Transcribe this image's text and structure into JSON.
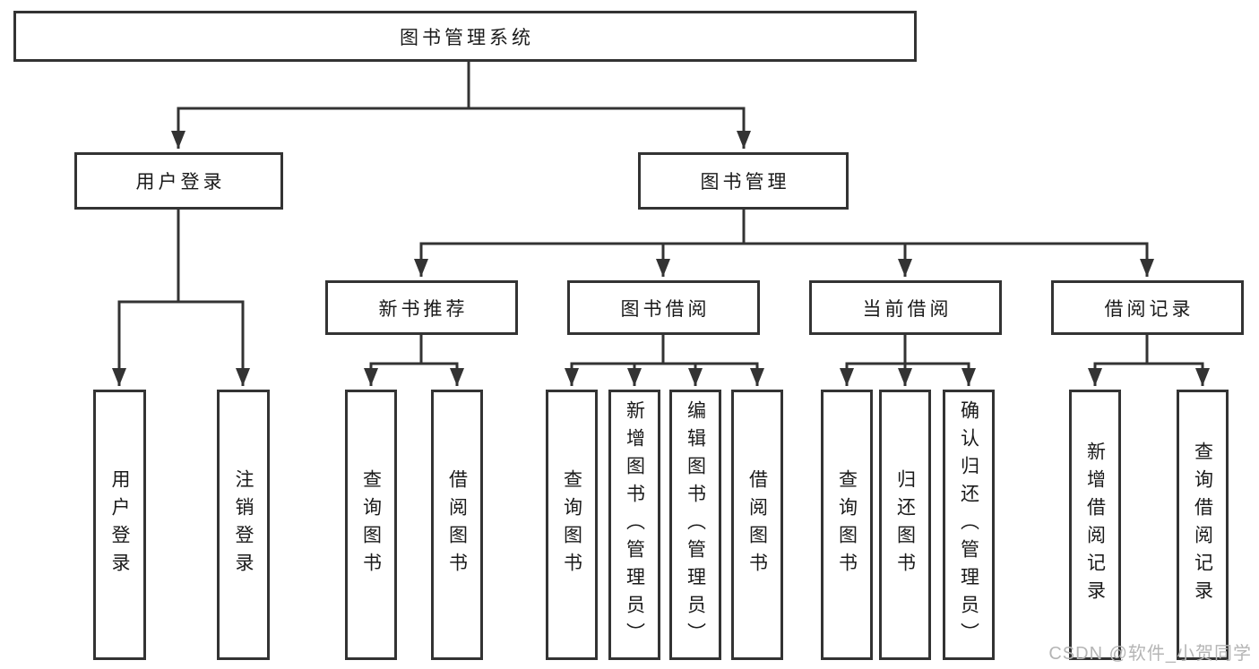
{
  "diagram": {
    "root": {
      "label": "图书管理系统",
      "children": [
        {
          "label": "用户登录",
          "children": [
            {
              "label": "用户登录"
            },
            {
              "label": "注销登录"
            }
          ]
        },
        {
          "label": "图书管理",
          "children": [
            {
              "label": "新书推荐",
              "children": [
                {
                  "label": "查询图书"
                },
                {
                  "label": "借阅图书"
                }
              ]
            },
            {
              "label": "图书借阅",
              "children": [
                {
                  "label": "查询图书"
                },
                {
                  "label": "新增图书（管理员）"
                },
                {
                  "label": "编辑图书（管理员）"
                },
                {
                  "label": "借阅图书"
                }
              ]
            },
            {
              "label": "当前借阅",
              "children": [
                {
                  "label": "查询图书"
                },
                {
                  "label": "归还图书"
                },
                {
                  "label": "确认归还（管理员）"
                }
              ]
            },
            {
              "label": "借阅记录",
              "children": [
                {
                  "label": "新增借阅记录"
                },
                {
                  "label": "查询借阅记录"
                }
              ]
            }
          ]
        }
      ]
    }
  },
  "watermark": {
    "text": "CSDN @软件_小贺同学"
  },
  "colors": {
    "line": "#333333",
    "box_border": "#333333",
    "box_fill": "#ffffff",
    "text": "#1a1a1a",
    "watermark": "#b5b5b5",
    "background": "#ffffff"
  }
}
